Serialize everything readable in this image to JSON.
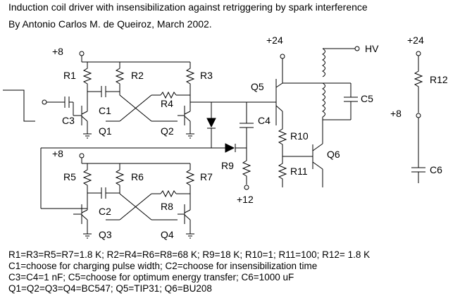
{
  "header": {
    "title": "Induction coil driver with insensibilization against retriggering by spark interference",
    "byline": "By Antonio Carlos M. de Queiroz, March 2002."
  },
  "labels": {
    "vplus8_top": "+8",
    "vplus8_bottom": "+8",
    "vplus8_right": "+8",
    "vplus24_mid": "+24",
    "vplus24_right": "+24",
    "vplus12": "+12",
    "hv": "HV",
    "R1": "R1",
    "R2": "R2",
    "R3": "R3",
    "R4": "R4",
    "R5": "R5",
    "R6": "R6",
    "R7": "R7",
    "R8": "R8",
    "R9": "R9",
    "R10": "R10",
    "R11": "R11",
    "R12": "R12",
    "C1": "C1",
    "C2": "C2",
    "C3": "C3",
    "C4": "C4",
    "C5": "C5",
    "C6": "C6",
    "Q1": "Q1",
    "Q2": "Q2",
    "Q3": "Q3",
    "Q4": "Q4",
    "Q5": "Q5",
    "Q6": "Q6"
  },
  "notes": [
    "R1=R3=R5=R7=1.8 K; R2=R4=R6=R8=68 K; R9=18 K; R10=1; R11=100; R12= 1.8 K",
    "C1=choose for charging pulse width; C2=choose for insensibilization time",
    "C3=C4=1 nF; C5=choose for optimum energy transfer; C6=1000 uF",
    "Q1=Q2=Q3=Q4=BC547; Q5=TIP31; Q6=BU208"
  ]
}
